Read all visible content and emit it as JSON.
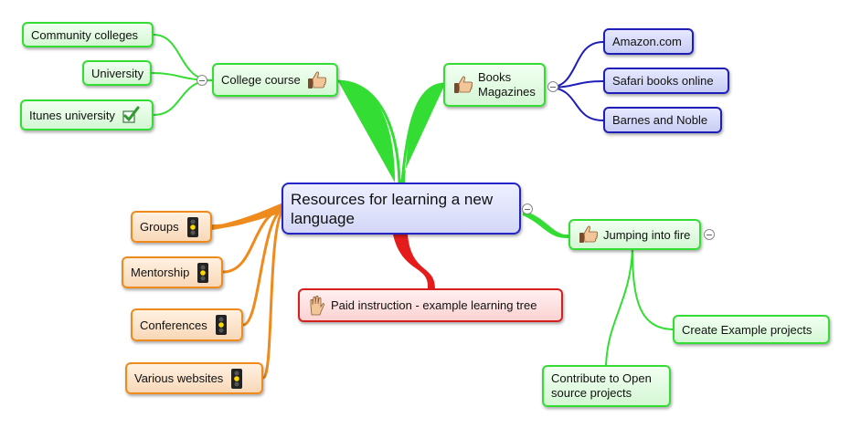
{
  "root": {
    "label": "Resources for learning a new language"
  },
  "branches": {
    "college": {
      "label": "College course",
      "icon": "thumbs-up-icon"
    },
    "community": {
      "label": "Community colleges"
    },
    "university": {
      "label": "University"
    },
    "itunes": {
      "label": "Itunes university",
      "icon": "check-icon"
    },
    "books": {
      "line1": "Books",
      "line2": "Magazines",
      "icon": "thumbs-up-icon"
    },
    "amazon": {
      "label": "Amazon.com"
    },
    "safari": {
      "label": "Safari books online"
    },
    "barnes": {
      "label": "Barnes and Noble"
    },
    "jumping": {
      "label": "Jumping into fire",
      "icon": "thumbs-up-icon"
    },
    "example": {
      "label": "Create Example projects"
    },
    "opensource": {
      "line1": "Contribute to Open",
      "line2": "source projects"
    },
    "paid": {
      "label": "Paid instruction - example learning tree",
      "icon": "hand-stop-icon"
    },
    "groups": {
      "label": "Groups",
      "icon": "traffic-light-icon"
    },
    "mentorship": {
      "label": "Mentorship",
      "icon": "traffic-light-icon"
    },
    "conferences": {
      "label": "Conferences",
      "icon": "traffic-light-icon"
    },
    "websites": {
      "label": "Various websites",
      "icon": "traffic-light-icon"
    }
  },
  "colors": {
    "green": "#33dd33",
    "blue": "#1f1fb8",
    "orange": "#ef8a1c",
    "red": "#d62020",
    "root": "#2424c8"
  }
}
